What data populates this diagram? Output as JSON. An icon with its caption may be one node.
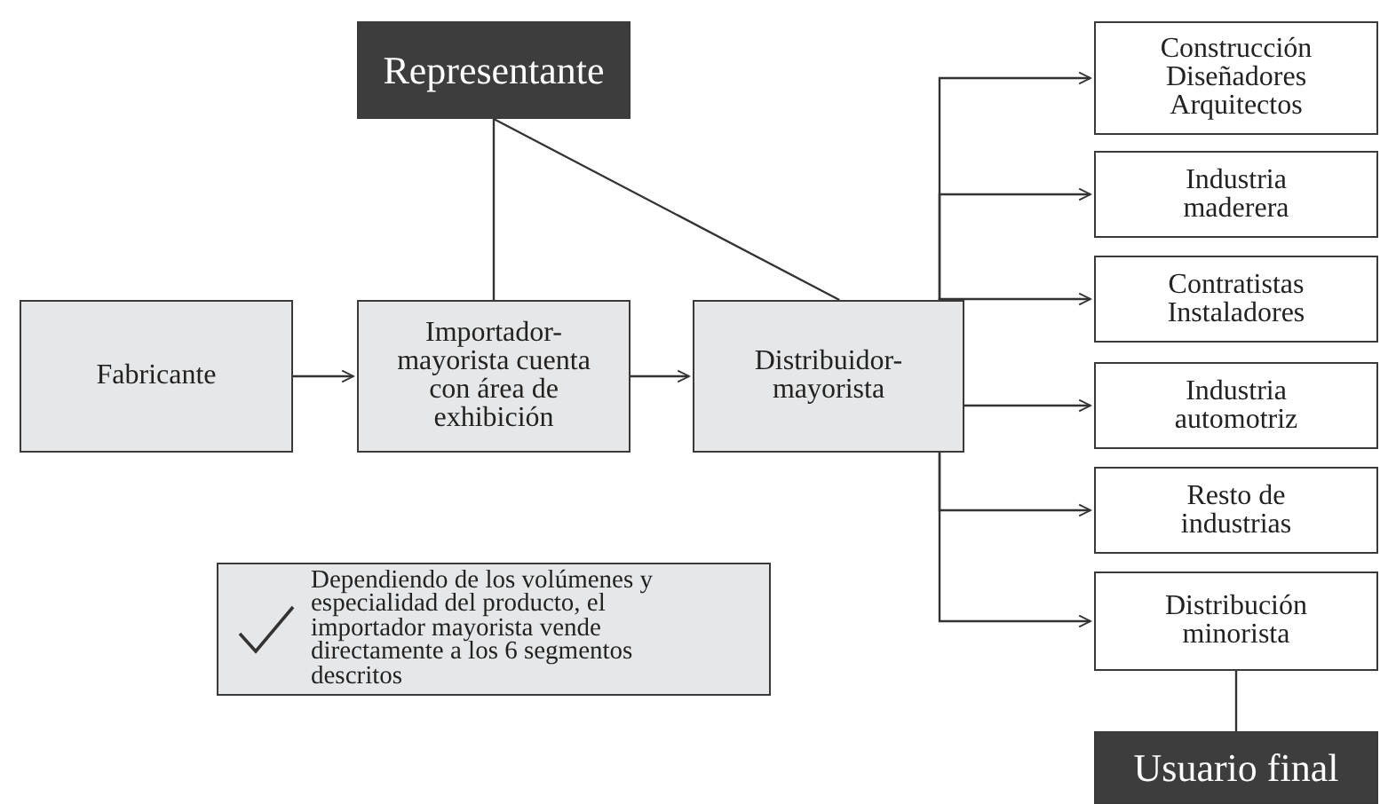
{
  "diagram": {
    "nodes": [
      {
        "text": [
          "Representante"
        ]
      },
      {
        "text": [
          "Fabricante"
        ]
      },
      {
        "text": [
          "Importador- mayorista cuenta con área de exhibición"
        ]
      },
      {
        "text": [
          "Distribuidor- mayorista"
        ]
      },
      {
        "text": [
          "Construcción Diseñadores Arquitectos"
        ]
      },
      {
        "text": [
          "Industria maderera"
        ]
      },
      {
        "text": [
          "Contratistas Instaladores"
        ]
      },
      {
        "text": [
          "Industria automotriz"
        ]
      },
      {
        "text": [
          "Resto de industrias"
        ]
      },
      {
        "text": [
          "Distribución minorista"
        ]
      },
      {
        "text": [
          "Usuario final"
        ]
      },
      {
        "text": [
          "Dependiendo de los volúmenes y especialidad del producto, el importador mayorista vende directamente a los 6 segmentos descritos"
        ]
      }
    ],
    "edges": [
      {
        "from": 1,
        "to": 2,
        "arrow": "to"
      },
      {
        "from": 2,
        "to": 3,
        "arrow": "to"
      },
      {
        "from": 0,
        "to": 2,
        "arrow": "none"
      },
      {
        "from": 0,
        "to": 3,
        "arrow": "none"
      },
      {
        "from": 3,
        "to": 4,
        "arrow": "to"
      },
      {
        "from": 3,
        "to": 5,
        "arrow": "to"
      },
      {
        "from": 3,
        "to": 6,
        "arrow": "to"
      },
      {
        "from": 3,
        "to": 7,
        "arrow": "to"
      },
      {
        "from": 3,
        "to": 8,
        "arrow": "to"
      },
      {
        "from": 3,
        "to": 9,
        "arrow": "to"
      },
      {
        "from": 9,
        "to": 10,
        "arrow": "none"
      }
    ]
  }
}
